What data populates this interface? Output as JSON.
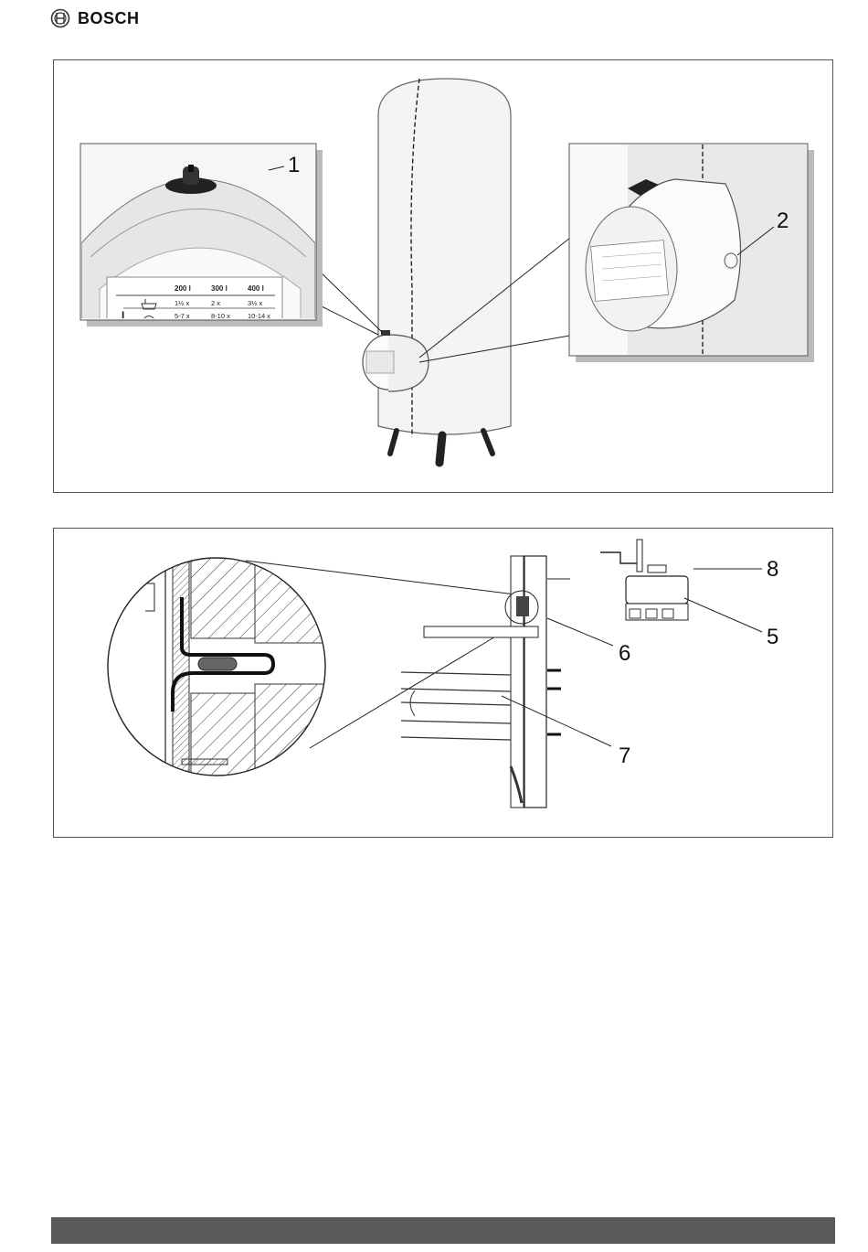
{
  "header": {
    "brand": "BOSCH",
    "logo_icon": "bosch-armature-icon"
  },
  "figure_1": {
    "callouts": [
      "1",
      "2"
    ],
    "inset_table": {
      "columns": [
        "200 l",
        "300 l",
        "400 l"
      ],
      "rows": [
        {
          "icon": "bathtub-icon",
          "values": [
            "1½ x",
            "2 x",
            "3½ x"
          ]
        },
        {
          "icon": "shower-icon",
          "values": [
            "5-7 x",
            "8-10 x",
            "10-14 x"
          ]
        }
      ]
    }
  },
  "figure_2": {
    "callouts": [
      "8",
      "5",
      "6",
      "7"
    ]
  },
  "footer": {
    "color": "#5a5a5a"
  }
}
